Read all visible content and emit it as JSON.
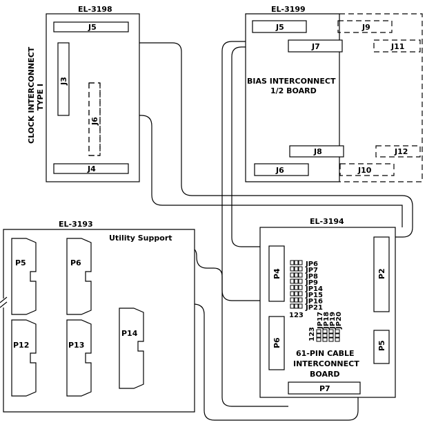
{
  "boards": {
    "clock": {
      "id": "EL-3198",
      "title_line1": "CLOCK INTERCONNECT",
      "title_line2": "TYPE I",
      "connectors": {
        "j5": "J5",
        "j3": "J3",
        "j6": "J6",
        "j4": "J4"
      }
    },
    "bias": {
      "id": "EL-3199",
      "title_line1": "BIAS INTERCONNECT",
      "title_line2": "1/2 BOARD",
      "connectors": {
        "j5": "J5",
        "j9": "J9",
        "j7": "J7",
        "j11": "J11",
        "j8": "J8",
        "j12": "J12",
        "j6": "J6",
        "j10": "J10"
      }
    },
    "utility": {
      "id": "EL-3193",
      "title": "Utility Support",
      "connectors": {
        "p5": "P5",
        "p6": "P6",
        "p12": "P12",
        "p13": "P13",
        "p14": "P14"
      }
    },
    "cable": {
      "id": "EL-3194",
      "title_line1": "61-PIN CABLE",
      "title_line2": "INTERCONNECT",
      "title_line3": "BOARD",
      "connectors": {
        "p4": "P4",
        "p2": "P2",
        "p6": "P6",
        "p5": "P5",
        "p7": "P7"
      },
      "jumpers_a": [
        "JP6",
        "JP7",
        "JP8",
        "JP9",
        "JP14",
        "JP15",
        "JP16",
        "JP21"
      ],
      "jumpers_b": [
        "JP17",
        "JP18",
        "JP19",
        "JP20"
      ],
      "pin_label_a": "123",
      "pin_label_b": "123"
    }
  }
}
